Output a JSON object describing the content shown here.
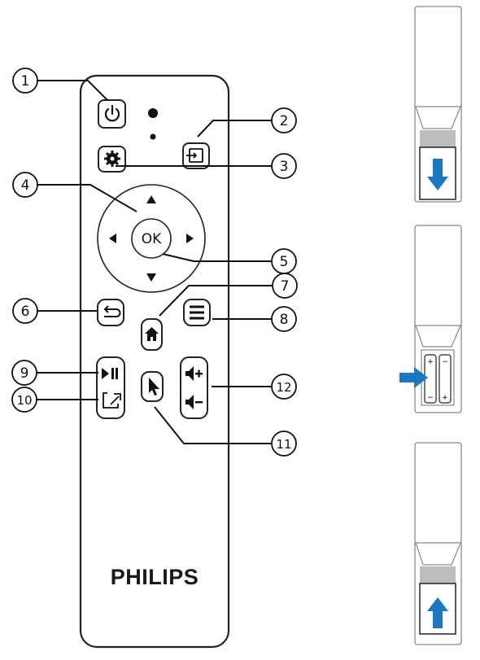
{
  "remote": {
    "brand": "PHILIPS",
    "ok_label": "OK",
    "callouts": [
      {
        "number": "1",
        "icon": "power-icon"
      },
      {
        "number": "2",
        "icon": "source-input-icon"
      },
      {
        "number": "3",
        "icon": "settings-gear-icon"
      },
      {
        "number": "4",
        "icon": "navigation-arrows-icon"
      },
      {
        "number": "5",
        "icon": "ok-button"
      },
      {
        "number": "6",
        "icon": "back-arrow-icon"
      },
      {
        "number": "7",
        "icon": "home-icon"
      },
      {
        "number": "8",
        "icon": "menu-icon"
      },
      {
        "number": "9",
        "icon": "play-pause-icon"
      },
      {
        "number": "10",
        "icon": "screen-mirror-icon"
      },
      {
        "number": "11",
        "icon": "pointer-cursor-icon"
      },
      {
        "number": "12",
        "icon": "volume-up-down-icon"
      }
    ]
  },
  "battery_steps": [
    {
      "step": "open-cover",
      "arrow": "down"
    },
    {
      "step": "insert-batteries",
      "arrow": "right",
      "polarity_left": [
        "+",
        "−"
      ],
      "polarity_right": [
        "−",
        "+"
      ]
    },
    {
      "step": "close-cover",
      "arrow": "up"
    }
  ],
  "colors": {
    "arrow_blue": "#1a78c2",
    "outline": "#222222",
    "slot_gray": "#bdbdbd"
  }
}
